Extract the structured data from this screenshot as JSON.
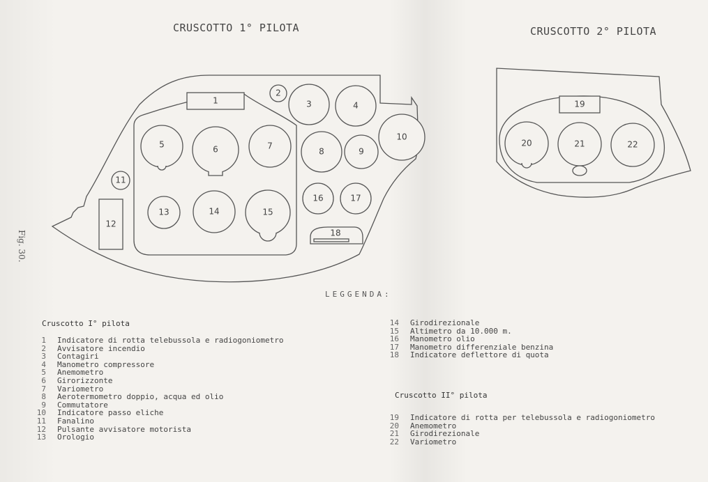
{
  "panel1": {
    "title": "CRUSCOTTO 1° PILOTA",
    "gauges": [
      "1",
      "2",
      "3",
      "4",
      "5",
      "6",
      "7",
      "8",
      "9",
      "10",
      "11",
      "12",
      "13",
      "14",
      "15",
      "16",
      "17",
      "18"
    ]
  },
  "panel2": {
    "title": "CRUSCOTTO 2° PILOTA",
    "gauges": [
      "19",
      "20",
      "21",
      "22"
    ]
  },
  "fig_label": "Fig. 30.",
  "legend": {
    "title": "LEGGENDA:",
    "pilot1_title": "Cruscotto I° pilota",
    "pilot2_title": "Cruscotto II° pilota",
    "pilot1_items": [
      {
        "n": "1",
        "t": "Indicatore di rotta telebussola e radiogoniometro"
      },
      {
        "n": "2",
        "t": "Avvisatore incendio"
      },
      {
        "n": "3",
        "t": "Contagiri"
      },
      {
        "n": "4",
        "t": "Manometro compressore"
      },
      {
        "n": "5",
        "t": "Anemometro"
      },
      {
        "n": "6",
        "t": "Girorizzonte"
      },
      {
        "n": "7",
        "t": "Variometro"
      },
      {
        "n": "8",
        "t": "Aerotermometro doppio, acqua ed olio"
      },
      {
        "n": "9",
        "t": "Commutatore"
      },
      {
        "n": "10",
        "t": "Indicatore passo eliche"
      },
      {
        "n": "11",
        "t": "Fanalino"
      },
      {
        "n": "12",
        "t": "Pulsante avvisatore motorista"
      },
      {
        "n": "13",
        "t": "Orologio"
      }
    ],
    "pilot1_items_cont": [
      {
        "n": "14",
        "t": "Girodirezionale"
      },
      {
        "n": "15",
        "t": "Altimetro da 10.000 m."
      },
      {
        "n": "16",
        "t": "Manometro olio"
      },
      {
        "n": "17",
        "t": "Manometro differenziale benzina"
      },
      {
        "n": "18",
        "t": "Indicatore deflettore di quota"
      }
    ],
    "pilot2_items": [
      {
        "n": "19",
        "t": "Indicatore di rotta per telebussola e radiogoniometro"
      },
      {
        "n": "20",
        "t": "Anemometro"
      },
      {
        "n": "21",
        "t": "Girodirezionale"
      },
      {
        "n": "22",
        "t": "Variometro"
      }
    ]
  }
}
